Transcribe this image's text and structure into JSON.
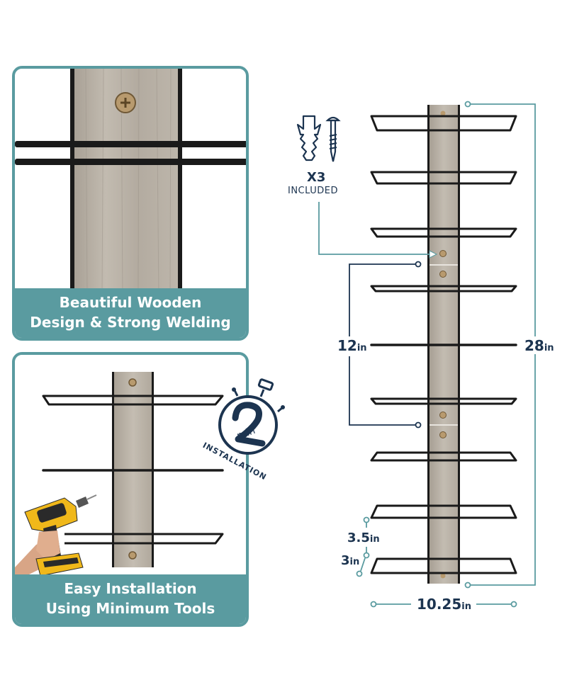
{
  "panels": [
    {
      "id": "wood-welding",
      "caption_line1": "Beautiful Wooden",
      "caption_line2": "Design & Strong Welding"
    },
    {
      "id": "easy-install",
      "caption_line1": "Easy Installation",
      "caption_line2": "Using Minimum Tools",
      "badge": {
        "number": "2",
        "unit": "min",
        "label": "INSTALLATION"
      }
    }
  ],
  "hardware": {
    "quantity": "X3",
    "label": "INCLUDED",
    "icons": [
      "wall-anchor-icon",
      "screw-icon"
    ]
  },
  "dimensions": {
    "height_total": {
      "value": "28",
      "unit": "in"
    },
    "mount_spacing": {
      "value": "12",
      "unit": "in"
    },
    "rack_gap": {
      "value": "3.5",
      "unit": "in"
    },
    "rack_depth": {
      "value": "3",
      "unit": "in"
    },
    "width": {
      "value": "10.25",
      "unit": "in"
    }
  },
  "colors": {
    "teal": "#5a9ba0",
    "navy": "#1c3450",
    "wood": "#b9b1a6",
    "metal": "#1a1a1a"
  }
}
